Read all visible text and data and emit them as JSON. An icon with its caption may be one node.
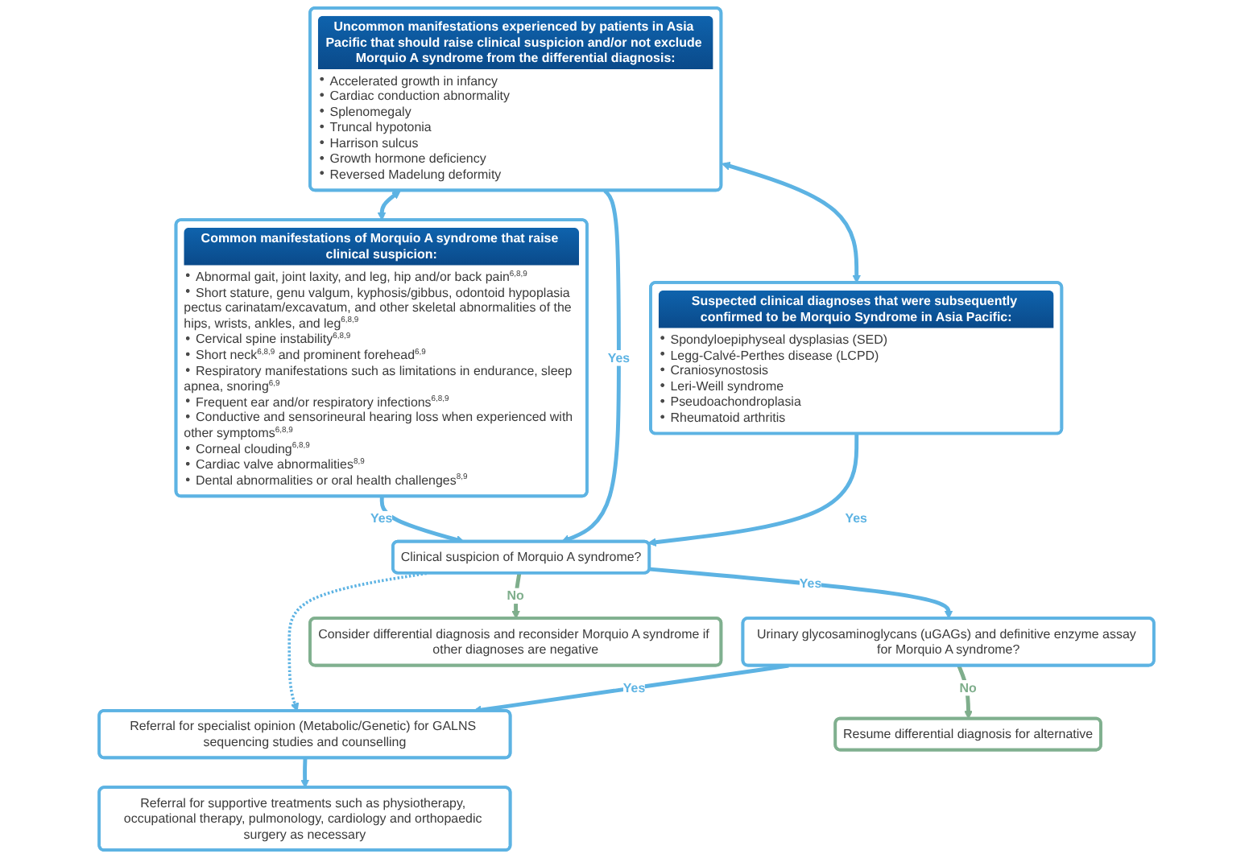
{
  "diagram": {
    "nodes": [
      {
        "text": [
          "Common manifestations of Morquio A syndrome that raise clinical suspicion:",
          "Abnormal gait, joint laxity, and leg, hip and/or back pain$^{6,8,9}$",
          "Short stature, genu valgum, kyphosis/gibbus, odontoid hypoplasia pectus carinatam/excavatum, and other skeletal abnormalities of the hips, wrists, ankles, and leg$^{6,8,9}$",
          "Cervical spine instability$^{6,8,9}$",
          "Short neck$^{6,8,9}$ and prominent forehead$^{6,9}$",
          "Respiratory manifestations such as limitations in endurance, sleep apnea, snoring$^{6,9}$",
          "Frequent ear and/or respiratory infections$^{6,8,9}$",
          "Conductive and sensorineural hearing loss when experienced with other symptoms$^{6,8,9}$",
          "Corneal clouding$^{6,8,9}$",
          "Cardiac valve abnormalities$^{8,9}$",
          "Dental abnormalities or oral health challenges$^{8,9}$"
        ]
      },
      {
        "text": [
          "Uncommon manifestations experienced by patients in Asia Pacific that should raise clinical suspicion and/or not exclude Morquio A syndrome from the differential diagnosis:",
          "Accelerated growth in infancy",
          "Cardiac conduction abnormality",
          "Splenomegaly",
          "Truncal hypotonia",
          "Harrison sulcus",
          "Growth hormone deficiency",
          "Reversed Madelung deformity"
        ]
      },
      {
        "text": [
          "Suspected clinical diagnoses that were subsequently confirmed to be Morquio Syndrome in Asia Pacific:",
          "Spondyloepiphyseal dysplasias (SED)",
          "Legg-Calvé-Perthes disease (LCPD)",
          "Craniosynostosis",
          "Leri-Weill syndrome",
          "Pseudoachondroplasia",
          "Rheumatoid arthritis"
        ]
      },
      {
        "text": [
          "Clinical suspicion of Morquio A syndrome?"
        ]
      },
      {
        "text": [
          "Urinary glycosaminoglycans (uGAGs) and definitive enzyme assay for Morquio A syndrome?"
        ]
      },
      {
        "text": [
          "Consider differential diagnosis and reconsider Morquio A syndrome if other diagnoses are negative"
        ]
      },
      {
        "text": [
          "Referral for specialist opinion (Metabolic/Genetic) for GALNS sequencing studies and counselling"
        ]
      },
      {
        "text": [
          "Referral for supportive treatments such as physiotherapy, occupational therapy, pulmonology, cardiology and orthopaedic surgery as necessary"
        ]
      },
      {
        "text": [
          "Resume differential diagnosis for alternative"
        ]
      }
    ],
    "edges": [
      {
        "from": 1,
        "to": 0,
        "arrow": "both"
      },
      {
        "from": 1,
        "to": 2,
        "arrow": "both"
      },
      {
        "from": 0,
        "to": 3,
        "arrow": "to",
        "label": "Yes"
      },
      {
        "from": 1,
        "to": 3,
        "arrow": "to",
        "label": "Yes"
      },
      {
        "from": 2,
        "to": 3,
        "arrow": "to",
        "label": "Yes"
      },
      {
        "from": 3,
        "to": 4,
        "arrow": "to",
        "label": "Yes"
      },
      {
        "from": 3,
        "to": 6,
        "arrow": "to",
        "style": "dashed"
      },
      {
        "from": 4,
        "to": 6,
        "arrow": "to",
        "label": "Yes"
      },
      {
        "from": 6,
        "to": 7,
        "arrow": "to"
      },
      {
        "from": 3,
        "to": 5,
        "arrow": "to",
        "label": "No",
        "color": "#7fae8c"
      },
      {
        "from": 4,
        "to": 8,
        "arrow": "to",
        "label": "No",
        "color": "#7fae8c"
      }
    ]
  }
}
